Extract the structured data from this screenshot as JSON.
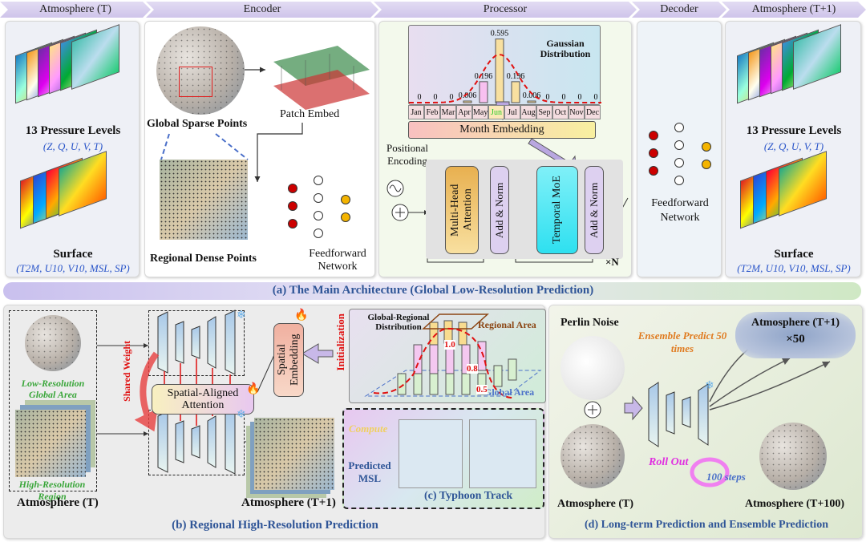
{
  "header": {
    "stages": [
      "Atmosphere (T)",
      "Encoder",
      "Processor",
      "Decoder",
      "Atmosphere (T+1)"
    ]
  },
  "input": {
    "pressure_title": "13 Pressure Levels",
    "pressure_vars": "(Z, Q, U, V, T)",
    "surface_title": "Surface",
    "surface_vars": "(T2M, U10, V10, MSL, SP)"
  },
  "output": {
    "pressure_title": "13 Pressure Levels",
    "pressure_vars": "(Z, Q, U, V, T)",
    "surface_title": "Surface",
    "surface_vars": "(T2M, U10, V10, MSL, SP)"
  },
  "encoder": {
    "global_label": "Global Sparse Points",
    "regional_label": "Regional Dense Points",
    "patch_embed": "Patch Embed",
    "ffn": "Feedforward Network"
  },
  "processor": {
    "gaussian_title": "Gaussian Distribution",
    "months": [
      "Jan",
      "Feb",
      "Mar",
      "Apr",
      "May",
      "Jun",
      "Jul",
      "Aug",
      "Sep",
      "Oct",
      "Nov",
      "Dec"
    ],
    "weights": [
      "0",
      "0",
      "0",
      "0.006",
      "0.196",
      "0.595",
      "0.196",
      "0.006",
      "0",
      "0",
      "0",
      "0"
    ],
    "weight_values": [
      0,
      0,
      0,
      0.006,
      0.196,
      0.595,
      0.196,
      0.006,
      0,
      0,
      0,
      0
    ],
    "highlight_month": "Jun",
    "month_embedding": "Month Embedding",
    "positional_encoding": "Positional Encoding",
    "mha": "Multi-Head Attention",
    "add_norm": "Add & Norm",
    "moe": "Temporal MoE",
    "repeat": "×N"
  },
  "decoder": {
    "ffn": "Feedforward Network"
  },
  "caption_a": "(a) The Main Architecture (Global Low-Resolution Prediction)",
  "regional": {
    "low_res": "Low-Resolution Global Area",
    "high_res": "High-Resolution Region",
    "shared_weight": "Shared Weight",
    "spatial_attention": "Spatial-Aligned Attention",
    "spatial_embedding": "Spatial Embedding",
    "initialization": "Initialization",
    "distribution_title": "Global-Regional Distribution",
    "regional_area": "Regional Area",
    "global_area": "Global Area",
    "levels": [
      "1.0",
      "0.8",
      "0.5"
    ],
    "input_label": "Atmosphere (T)",
    "output_label": "Atmosphere (T+1)",
    "compute": "Compute",
    "predicted_msl": "Predicted MSL",
    "typhoon": "(c) Typhoon Track"
  },
  "caption_b": "(b) Regional High-Resolution Prediction",
  "longterm": {
    "perlin": "Perlin Noise",
    "ensemble": "Ensemble Predict 50 times",
    "output": "Atmosphere (T+1)",
    "times": "×50",
    "rollout": "Roll Out",
    "steps": "100 steps",
    "input_label": "Atmosphere (T)",
    "final_label": "Atmosphere (T+100)"
  },
  "caption_d": "(d) Long-term Prediction and Ensemble Prediction",
  "colors": {
    "caption": "#2f5597",
    "fire": "#e8501c",
    "orange_text": "#e07b20",
    "green_text": "#3aa63a",
    "red": "#e01010"
  }
}
